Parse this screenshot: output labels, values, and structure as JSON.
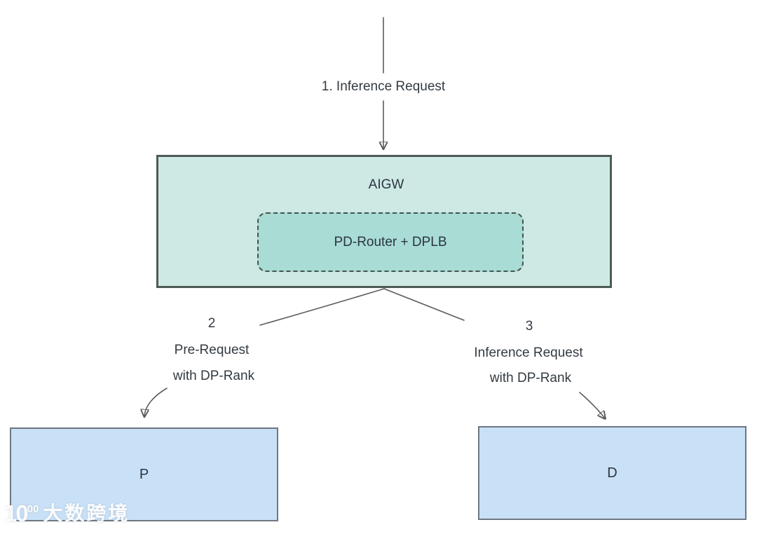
{
  "flow": {
    "step1_label": "1. Inference Request",
    "aigw": {
      "title": "AIGW",
      "router_label": "PD-Router + DPLB"
    },
    "step2": {
      "number": "2",
      "text_line1": "Pre-Request",
      "text_line2": "with DP-Rank"
    },
    "step3": {
      "number": "3",
      "text_line1": "Inference Request",
      "text_line2": "with DP-Rank"
    },
    "prefill_node": {
      "label": "P"
    },
    "decode_node": {
      "label": "D"
    }
  },
  "watermark": {
    "logo_big": "10",
    "logo_sup": "00",
    "brand_text": "大数跨境"
  },
  "colors": {
    "aigw_fill": "#cee9e4",
    "aigw_border": "#4e5a56",
    "router_fill": "#a8dcd5",
    "router_border": "#46534f",
    "node_fill": "#c9e1f6",
    "node_border": "#6e7781",
    "connector": "#5c5c5c",
    "text": "#333b42",
    "background": "#ffffff"
  }
}
